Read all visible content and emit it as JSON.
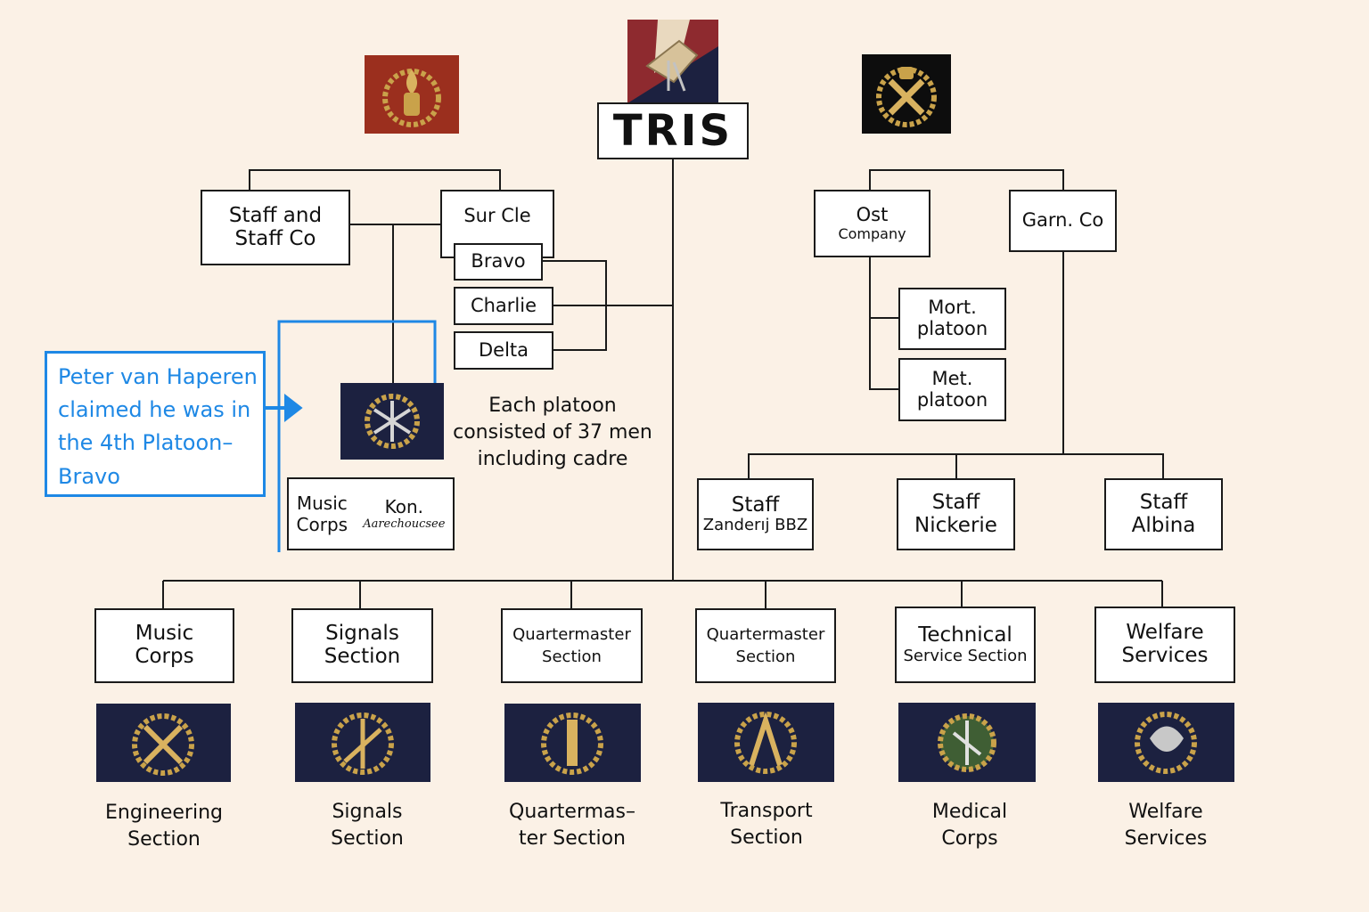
{
  "title": "TRIS",
  "top_left_units": {
    "staff_and_staff_co": [
      "Staff and",
      "Staff Co"
    ],
    "sur_cle": "Sur Cle",
    "platoons": [
      "Bravo",
      "Charlie",
      "Delta"
    ]
  },
  "platoon_note": [
    "Each platoon",
    "consisted of 37 men",
    "including cadre"
  ],
  "callout": [
    "Peter van Haperen",
    "claimed he was in",
    "the 4th Platoon–",
    "Bravo"
  ],
  "music_kon_box": {
    "left": [
      "Music",
      "Corps"
    ],
    "right_top": "Kon.",
    "right_bottom": "Aarechoucsee"
  },
  "right_units": {
    "ost_company": [
      "Ost",
      "Company"
    ],
    "garn_co": "Garn. Co",
    "mort_platoon": [
      "Mort.",
      "platoon"
    ],
    "met_platoon": [
      "Met.",
      "platoon"
    ],
    "staff_zanderij": [
      "Staff",
      "Zanderıj BBZ"
    ],
    "staff_nickerie": [
      "Staff",
      "Nickerie"
    ],
    "staff_albina": [
      "Staff",
      "Albina"
    ]
  },
  "bottom_units": [
    [
      "Music",
      "Corps"
    ],
    [
      "Signals",
      "Section"
    ],
    [
      "Quartermaster",
      "Section"
    ],
    [
      "Quartermaster",
      "Section"
    ],
    [
      "Technical",
      "Service Section"
    ],
    [
      "Welfare",
      "Services"
    ]
  ],
  "badge_captions": [
    [
      "Engineering",
      "Section"
    ],
    [
      "Signals",
      "Section"
    ],
    [
      "Quartermas–",
      "ter Section"
    ],
    [
      "Transport",
      "Section"
    ],
    [
      "Medical",
      "Corps"
    ],
    [
      "Welfare",
      "Services"
    ]
  ],
  "colors": {
    "background": "#fbf1e6",
    "callout_blue": "#1e88e5",
    "badge_navy": "#1c2140",
    "badge_red": "#9b2f1e",
    "badge_black": "#0d0d0d",
    "gold": "#c9a24a"
  },
  "icons": {
    "flag_top": "tris-flag-emblem",
    "left_insignia": "wreath-flame-insignia",
    "right_insignia": "wreath-crossed-insignia"
  }
}
